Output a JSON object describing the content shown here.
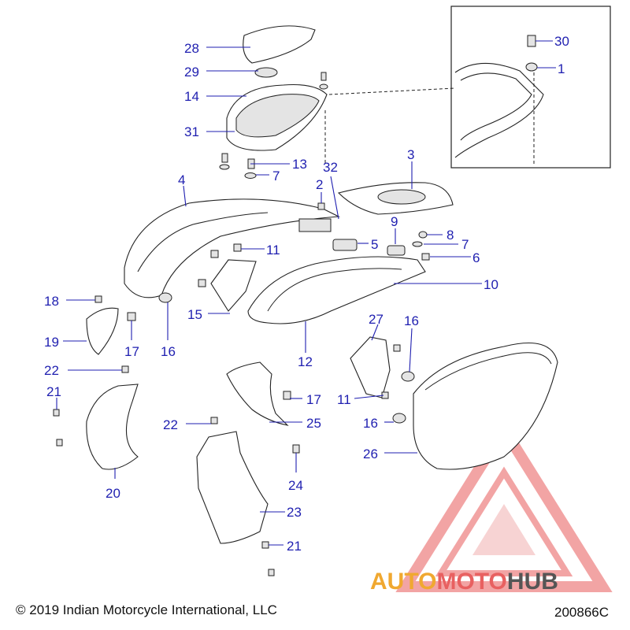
{
  "diagram": {
    "callouts": [
      "28",
      "29",
      "14",
      "31",
      "13",
      "7",
      "32",
      "2",
      "3",
      "4",
      "9",
      "8",
      "7",
      "11",
      "5",
      "6",
      "10",
      "18",
      "15",
      "19",
      "17",
      "16",
      "12",
      "27",
      "16",
      "11",
      "22",
      "17",
      "21",
      "25",
      "22",
      "16",
      "26",
      "20",
      "24",
      "23",
      "21",
      "30",
      "1"
    ]
  },
  "footer": {
    "copyright": "© 2019 Indian Motorcycle International, LLC",
    "diagram_code": "200866C"
  },
  "watermark": {
    "part1": "AUTO",
    "part2": "MOTO",
    "part3": "HUB",
    "colors": {
      "auto": "#f0a830",
      "moto": "#e86060",
      "hub": "#555555",
      "triangle": "#e85a5a"
    }
  },
  "colors": {
    "callout": "#1f1fb0"
  }
}
